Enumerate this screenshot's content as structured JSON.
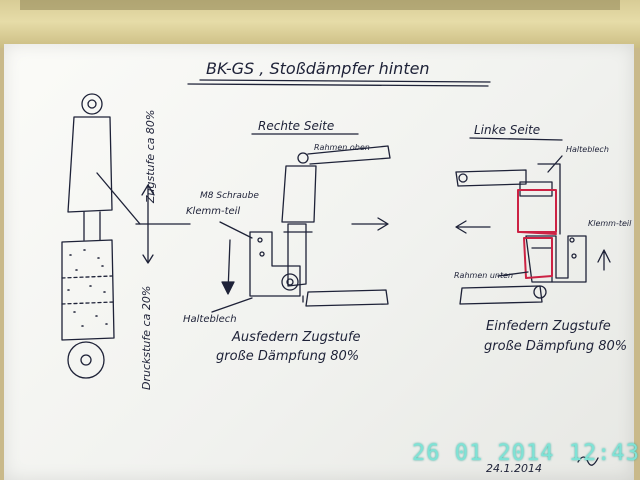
{
  "title": "BK-GS , Stoßdämpfer hinten",
  "left_shock": {
    "label_top": "Zugstufe ca 80%",
    "label_bottom": "Druckstufe ca 20%"
  },
  "right_side": {
    "heading": "Rechte Seite",
    "rahmen_oben": "Rahmen oben",
    "bolt": "M8 Schraube",
    "klemm": "Klemm-teil",
    "halteblech": "Halteblech",
    "caption_1": "Ausfedern Zugstufe",
    "caption_2": "große Dämpfung 80%"
  },
  "left_side": {
    "heading": "Linke Seite",
    "halteblech": "Halteblech",
    "klemm": "Klemm-teil",
    "rahmen_unten": "Rahmen unten",
    "caption_1": "Einfedern Zugstufe",
    "caption_2": "große Dämpfung 80%"
  },
  "signature": "24.1.2014",
  "timestamp": "26 01 2014 12:43",
  "colors": {
    "ink": "#1e2238",
    "highlight": "#cc2244",
    "stamp": "#7fe3d6"
  }
}
